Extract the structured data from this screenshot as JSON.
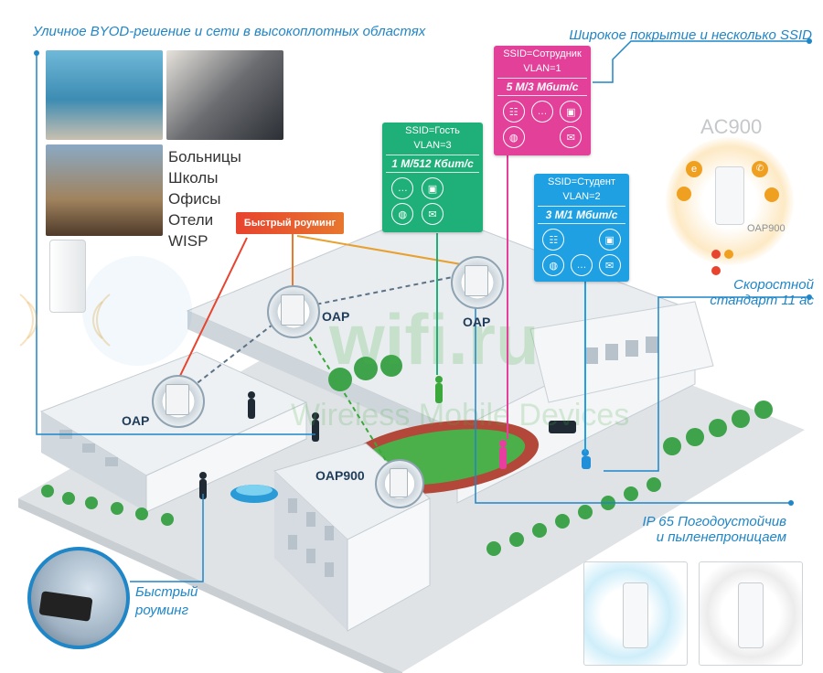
{
  "header": {
    "left_title": "Уличное BYOD-решение и сети в высокоплотных областях",
    "right_title": "Широкое покрытие и несколько SSID"
  },
  "venues": [
    "Больницы",
    "Школы",
    "Офисы",
    "Отели",
    "WISP"
  ],
  "roaming_badge": "Быстрый роуминг",
  "ssid_boxes": [
    {
      "ssid": "SSID=Гость",
      "vlan": "VLAN=3",
      "speed": "1 М/512 Кбит/с",
      "color": "#1fb07a"
    },
    {
      "ssid": "SSID=Сотрудник",
      "vlan": "VLAN=1",
      "speed": "5 М/3 Мбит/с",
      "color": "#e3409a"
    },
    {
      "ssid": "SSID=Студент",
      "vlan": "VLAN=2",
      "speed": "3 М/1 Мбит/с",
      "color": "#1ea0e3"
    }
  ],
  "ap_labels": {
    "oap_left": "OAP",
    "oap_center": "OAP",
    "oap_right": "OAP",
    "oap900": "OAP900"
  },
  "product": {
    "name": "AC900",
    "model": "OAP900"
  },
  "features": {
    "speed_std_line1": "Скоростной",
    "speed_std_line2": "стандарт 11 ac",
    "ip65_line1": "IP 65 Погодоустойчив",
    "ip65_line2": "и пыленепроницаем",
    "roaming_line1": "Быстрый",
    "roaming_line2": "роуминг"
  },
  "watermark": {
    "main": "wifi.ru",
    "sub": "Wireless Mobile Devices"
  },
  "colors": {
    "accent": "#1f86c8",
    "guest": "#1fb07a",
    "staff": "#e3409a",
    "student": "#1ea0e3",
    "roaming": "#e8432e"
  }
}
